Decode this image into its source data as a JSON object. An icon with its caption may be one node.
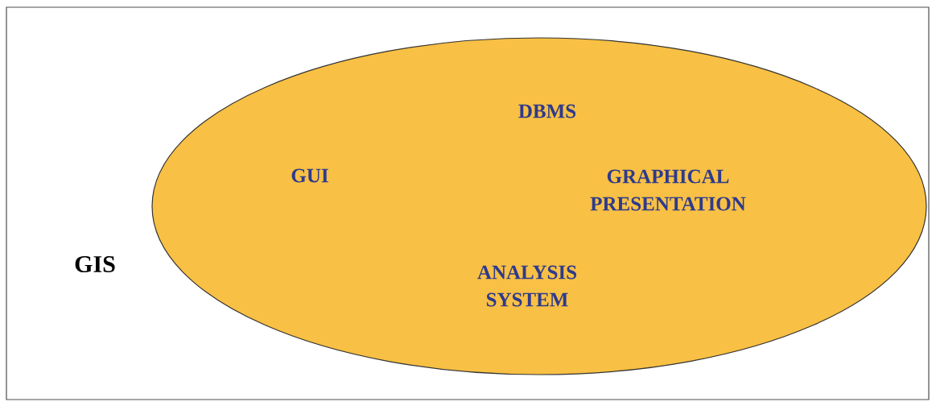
{
  "diagram": {
    "nodes": [
      {
        "text": [
          "GIS"
        ]
      },
      {
        "text": [
          "DBMS"
        ],
        "in": 0
      },
      {
        "text": [
          "GUI"
        ],
        "in": 0
      },
      {
        "text": [
          "GRAPHICAL PRESENTATION"
        ],
        "in": 0
      },
      {
        "text": [
          "ANALYSIS SYSTEM"
        ],
        "in": 0
      }
    ]
  }
}
